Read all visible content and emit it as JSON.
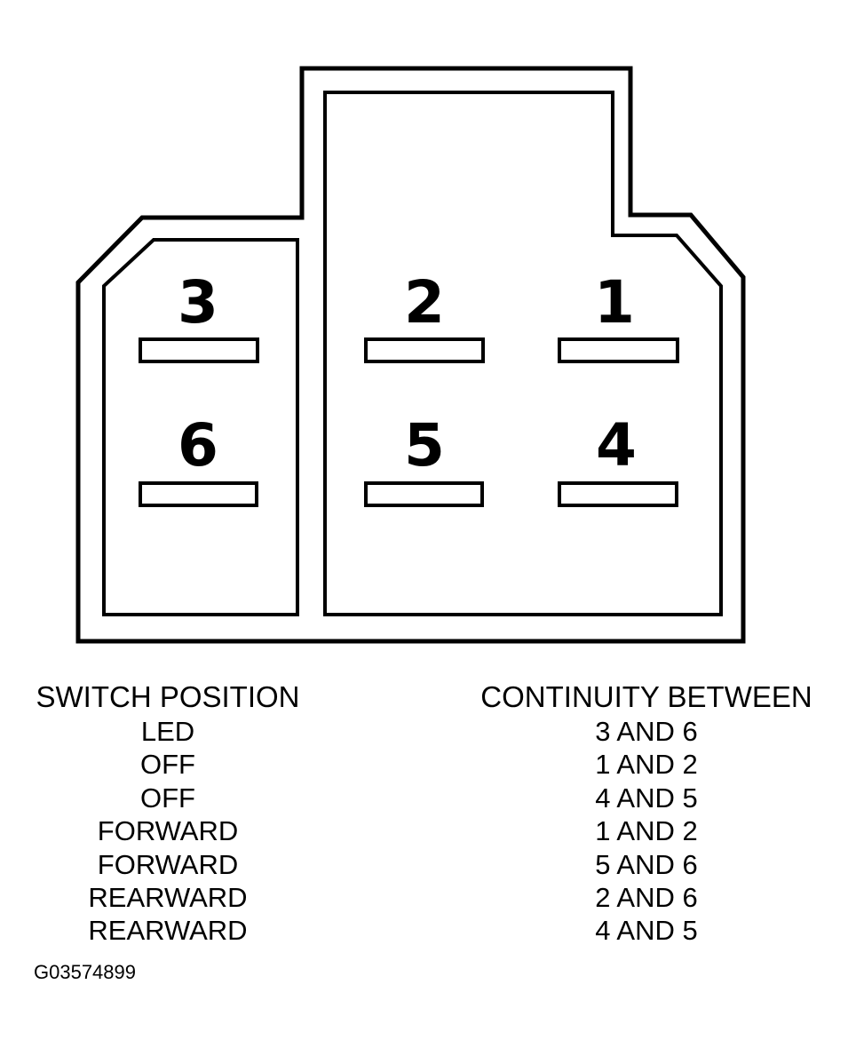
{
  "connector": {
    "pins": [
      {
        "id": "pin-1",
        "label": "1"
      },
      {
        "id": "pin-2",
        "label": "2"
      },
      {
        "id": "pin-3",
        "label": "3"
      },
      {
        "id": "pin-4",
        "label": "4"
      },
      {
        "id": "pin-5",
        "label": "5"
      },
      {
        "id": "pin-6",
        "label": "6"
      }
    ]
  },
  "table": {
    "headers": {
      "switch_position": "SWITCH POSITION",
      "continuity_between": "CONTINUITY BETWEEN"
    },
    "rows": [
      {
        "position": "LED",
        "continuity": "3 AND 6"
      },
      {
        "position": "OFF",
        "continuity": "1 AND 2"
      },
      {
        "position": "OFF",
        "continuity": "4 AND 5"
      },
      {
        "position": "FORWARD",
        "continuity": "1 AND 2"
      },
      {
        "position": "FORWARD",
        "continuity": "5 AND 6"
      },
      {
        "position": "REARWARD",
        "continuity": "2 AND 6"
      },
      {
        "position": "REARWARD",
        "continuity": "4 AND 5"
      }
    ]
  },
  "figure_code": "G03574899",
  "colors": {
    "ink": "#000000",
    "paper": "#ffffff"
  }
}
